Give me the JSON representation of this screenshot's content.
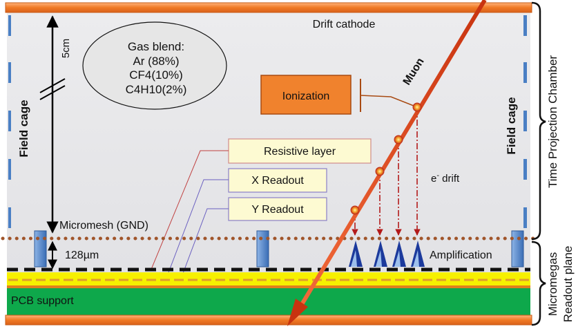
{
  "labels": {
    "drift_cathode": "Drift cathode",
    "gas_title": "Gas blend:",
    "gas_ar": "Ar (88%)",
    "gas_cf4": "CF4(10%)",
    "gas_c4h10": "C4H10(2%)",
    "distance_5cm": "5cm",
    "field_cage_left": "Field cage",
    "field_cage_right": "Field cage",
    "ionization": "Ionization",
    "muon": "Muon",
    "resistive_layer": "Resistive layer",
    "x_readout": "X Readout",
    "y_readout": "Y Readout",
    "e_drift_prefix": "e",
    "e_drift_sup": "-",
    "e_drift_suffix": " drift",
    "micromesh": "Micromesh (GND)",
    "gap_128um": "128µm",
    "amplification": "Amplification",
    "pcb_support": "PCB support",
    "tpc": "Time Projection Chamber",
    "micromegas_line1": "Micromegas",
    "micromegas_line2": "Readout plane"
  },
  "colors": {
    "chamber_fill": "#e8e8ea",
    "cathode": "#f0822d",
    "field_cage": "#4a7fc4",
    "muon": "#e0401a",
    "resistive": "#f6f000",
    "pcb": "#0ea84b",
    "mesh_dots": "#a0552a",
    "label_box_fill": "#fdfad2",
    "ionization_fill": "#f0822d",
    "avalanche": "#1c3a9c"
  }
}
